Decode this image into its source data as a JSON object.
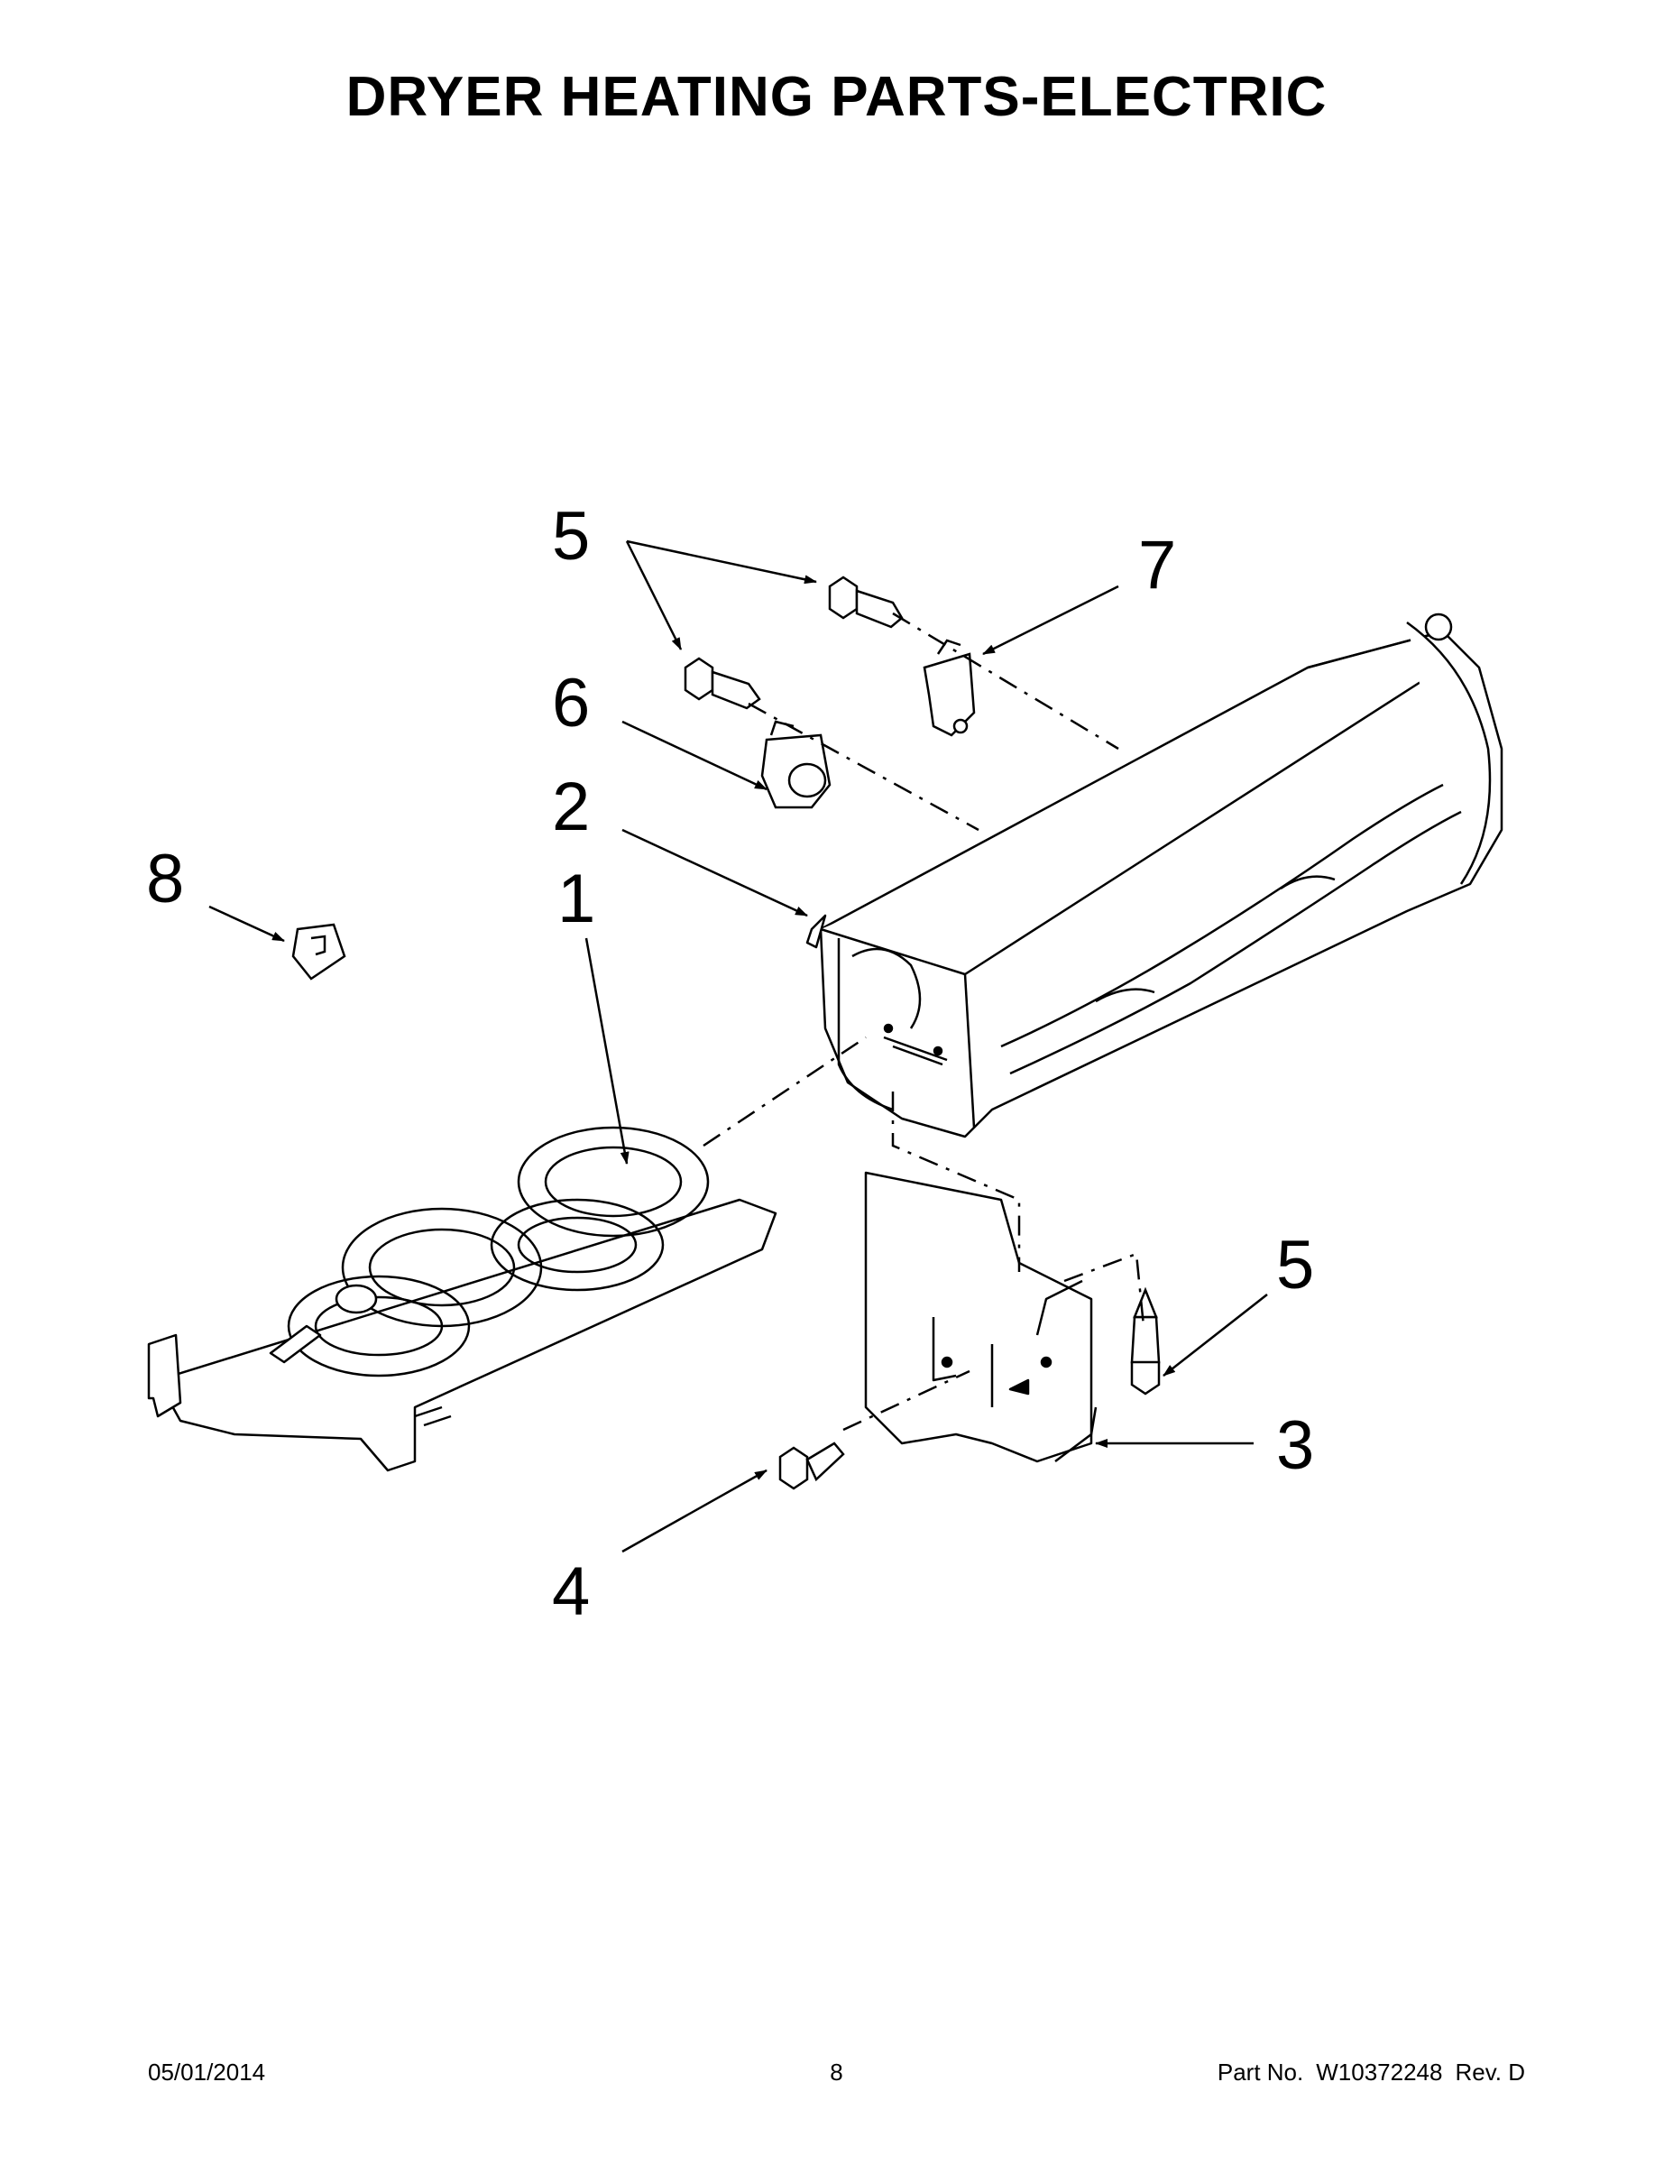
{
  "title": "DRYER HEATING PARTS-ELECTRIC",
  "callouts": {
    "c1": "1",
    "c2": "2",
    "c3": "3",
    "c4": "4",
    "c5_top": "5",
    "c5_right": "5",
    "c6": "6",
    "c7": "7",
    "c8": "8"
  },
  "footer": {
    "date": "05/01/2014",
    "page": "8",
    "part_label": "Part No.",
    "part_number": "W10372248",
    "revision": "Rev.  D"
  },
  "icons": [
    "heater-assembly-icon",
    "heater-duct-icon",
    "mounting-bracket-icon",
    "screw-icon",
    "thermostat-icon",
    "thermal-fuse-icon",
    "terminal-icon"
  ]
}
